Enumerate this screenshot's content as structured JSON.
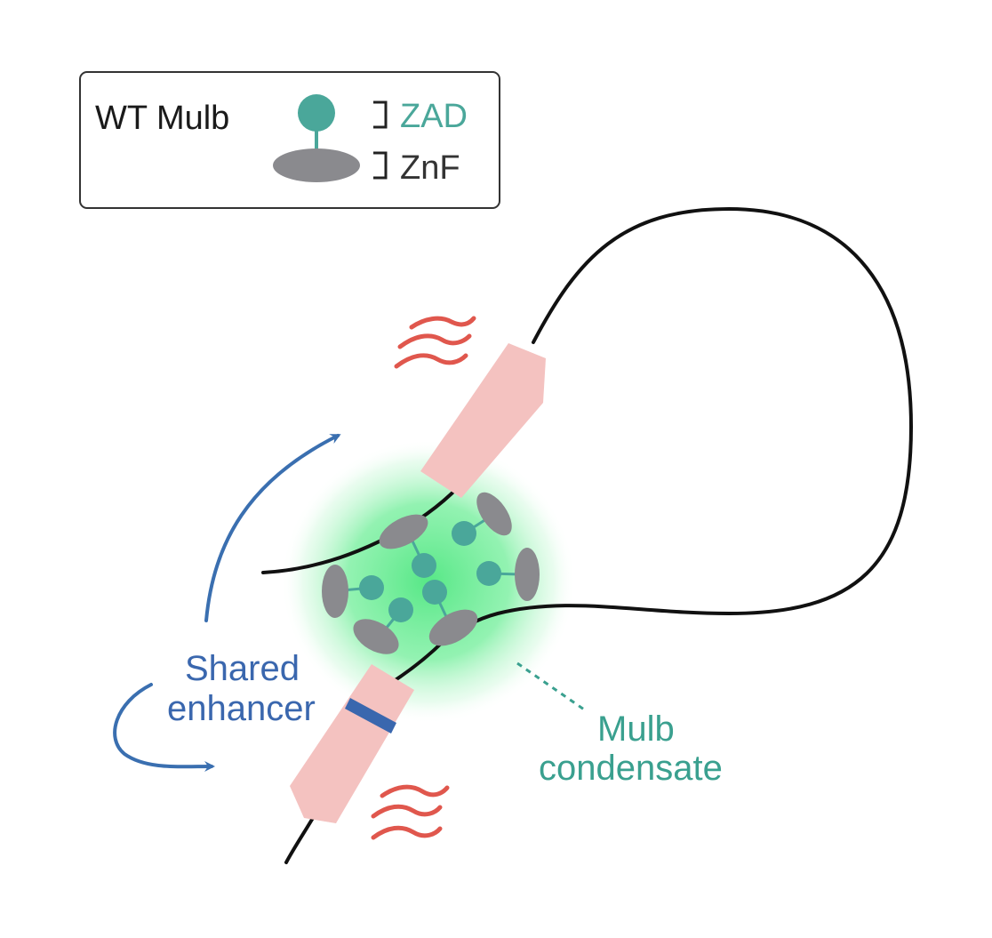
{
  "legend": {
    "title": "WT Mulb",
    "zad_label": "ZAD",
    "znf_label": "ZnF"
  },
  "labels": {
    "shared_enhancer_line1": "Shared",
    "shared_enhancer_line2": "enhancer",
    "condensate_line1": "Mulb",
    "condensate_line2": "condensate"
  },
  "colors": {
    "zad": "#4aa79a",
    "znf": "#8a8a8e",
    "gene": "#f4c2c0",
    "enhancer": "#3a67ae",
    "arrow": "#3a6fb0",
    "wave": "#e0574d",
    "glow": "#4ee680",
    "dna": "#111111",
    "condensate_text": "#3aa08f"
  }
}
